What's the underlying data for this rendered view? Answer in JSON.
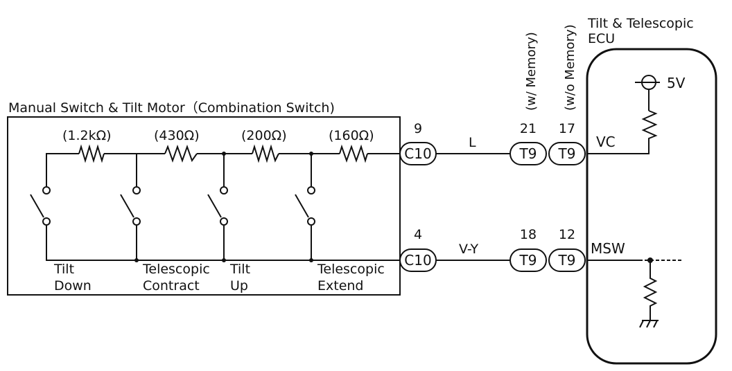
{
  "switch_assembly": {
    "title": "Manual Switch & Tilt Motor（Combination Switch)"
  },
  "resistors": [
    {
      "label": "(1.2kΩ)"
    },
    {
      "label": "(430Ω)"
    },
    {
      "label": "(200Ω)"
    },
    {
      "label": "(160Ω)"
    }
  ],
  "switches": [
    {
      "line1": "Tilt",
      "line2": "Down"
    },
    {
      "line1": "Telescopic",
      "line2": "Contract"
    },
    {
      "line1": "Tilt",
      "line2": "Up"
    },
    {
      "line1": "Telescopic",
      "line2": "Extend"
    }
  ],
  "connectors": {
    "c10_top": {
      "pin": "9",
      "name": "C10"
    },
    "c10_bottom": {
      "pin": "4",
      "name": "C10"
    },
    "t9_mem_top": {
      "pin": "21",
      "name": "T9"
    },
    "t9_nomem_top": {
      "pin": "17",
      "name": "T9"
    },
    "t9_mem_bottom": {
      "pin": "18",
      "name": "T9"
    },
    "t9_nomem_bottom": {
      "pin": "12",
      "name": "T9"
    }
  },
  "wires": {
    "top_color": "L",
    "bottom_color": "V-Y"
  },
  "variants": {
    "with_memory": "(w/ Memory)",
    "without_memory": "(w/o Memory)"
  },
  "ecu": {
    "title_line1": "Tilt & Telescopic",
    "title_line2": "ECU",
    "supply": "5V",
    "vc_label": "VC",
    "msw_label": "MSW"
  }
}
